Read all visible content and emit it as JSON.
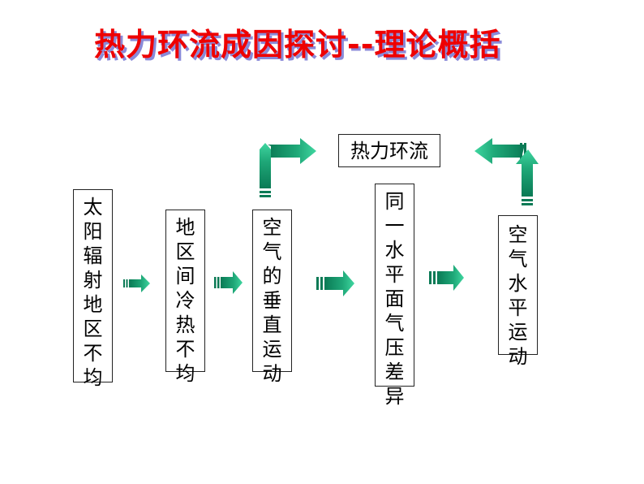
{
  "title": "热力环流成因探讨--理论概括",
  "colors": {
    "title": "#ee0000",
    "title_shadow": "#8a8ad8",
    "arrow_dark": "#0a7a55",
    "arrow_light": "#3fd6a0"
  },
  "diagram": {
    "nodes": [
      {
        "id": "solar-radiation",
        "label": "太阳辐射地区不均"
      },
      {
        "id": "regional-temperature",
        "label": "地区间冷热不均"
      },
      {
        "id": "vertical-motion",
        "label": "空气的垂直运动"
      },
      {
        "id": "pressure-difference",
        "label": "同一水平面气压差异"
      },
      {
        "id": "horizontal-motion",
        "label": "空气水平运动"
      },
      {
        "id": "thermal-circulation",
        "label": "热力环流"
      }
    ],
    "edges": [
      {
        "from": "solar-radiation",
        "to": "regional-temperature"
      },
      {
        "from": "regional-temperature",
        "to": "vertical-motion"
      },
      {
        "from": "vertical-motion",
        "to": "pressure-difference"
      },
      {
        "from": "pressure-difference",
        "to": "horizontal-motion"
      },
      {
        "from": "vertical-motion",
        "to": "thermal-circulation"
      },
      {
        "from": "horizontal-motion",
        "to": "thermal-circulation"
      }
    ]
  }
}
